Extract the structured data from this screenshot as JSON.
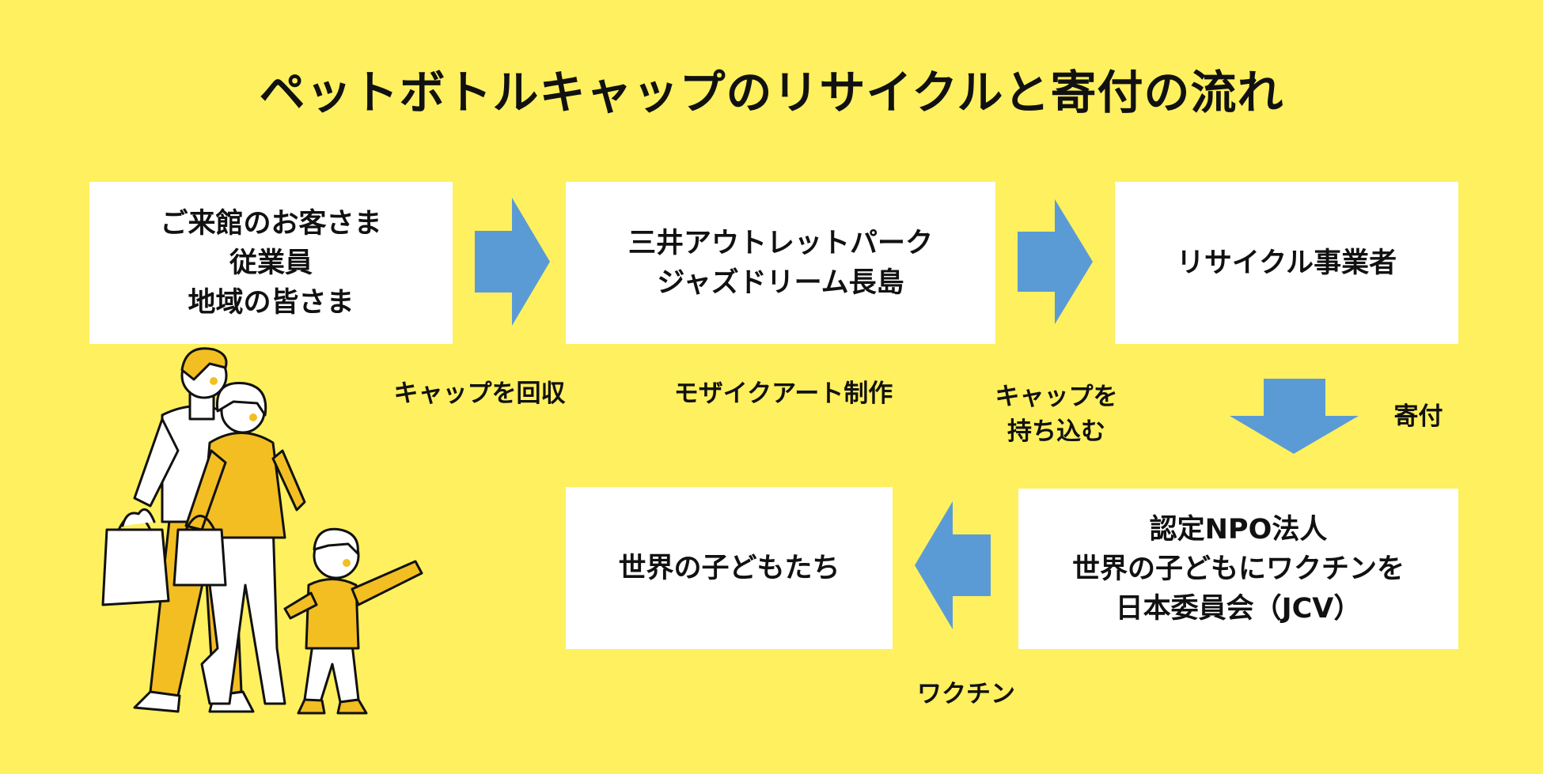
{
  "title": "ペットボトルキャップのリサイクルと寄付の流れ",
  "nodes": {
    "customers": [
      "ご来館のお客さま",
      "従業員",
      "地域の皆さま"
    ],
    "outlet": [
      "三井アウトレットパーク",
      "ジャズドリーム長島"
    ],
    "recycler": [
      "リサイクル事業者"
    ],
    "jcv": [
      "認定NPO法人",
      "世界の子どもにワクチンを",
      "日本委員会（JCV）"
    ],
    "children": [
      "世界の子どもたち"
    ]
  },
  "edges": {
    "collect": [
      "キャップを回収"
    ],
    "mosaic": [
      "モザイクアート制作"
    ],
    "bring": [
      "キャップを",
      "持ち込む"
    ],
    "donate": [
      "寄付"
    ],
    "vaccine": [
      "ワクチン"
    ]
  },
  "colors": {
    "background": "#FEF05F",
    "box": "#FFFFFF",
    "arrow": "#5B9BD5",
    "illustration_yellow": "#F2BE22"
  },
  "icons": [
    "family-walking-illustration"
  ]
}
